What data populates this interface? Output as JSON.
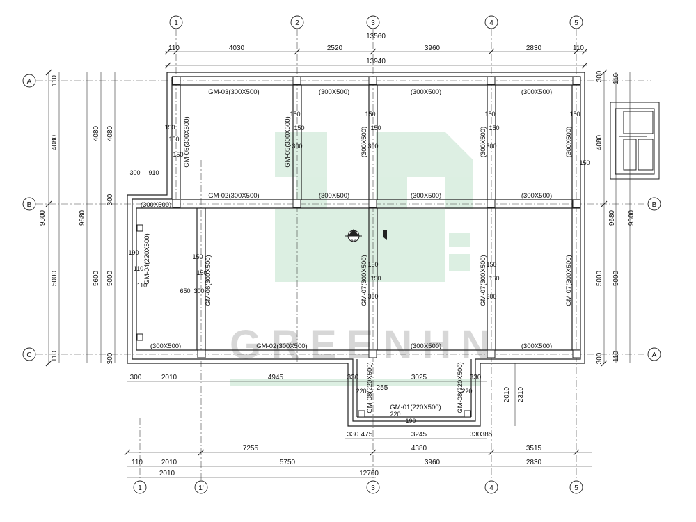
{
  "grid": {
    "top_bubbles": [
      "1",
      "2",
      "3",
      "4",
      "5"
    ],
    "bottom_bubbles": [
      "1",
      "1'",
      "3",
      "4",
      "5"
    ],
    "left_bubbles": [
      "A",
      "B",
      "C"
    ],
    "right_bubbles": [
      "B",
      "A"
    ]
  },
  "dims_top": {
    "total_axis": "13560",
    "total_outer": "13940",
    "edge_left": "110",
    "edge_right": "110",
    "spans": [
      "4030",
      "2520",
      "3960",
      "2830"
    ]
  },
  "dims_bottom": {
    "row1": [
      "300",
      "2010",
      "4945",
      "330",
      "255",
      "3025",
      "330"
    ],
    "row2": [
      "330",
      "475",
      "3245",
      "330",
      "385"
    ],
    "row3": [
      "7255",
      "4380",
      "3515"
    ],
    "row4": [
      "110",
      "2010",
      "5750",
      "3960",
      "2830"
    ],
    "row5": [
      "2010",
      "12760"
    ],
    "side": [
      "2010",
      "2310"
    ]
  },
  "dims_left": {
    "outer_total": "9300",
    "inner_total": "9680",
    "ab": "4080",
    "ab_inner": "4080",
    "ab_short": "4080",
    "bc": "5000",
    "bc_inner": "5600",
    "bc_short": "5000",
    "edge_top": "110",
    "edge_bottom": "110",
    "offset_b": "300",
    "offset_c": "300"
  },
  "dims_right": {
    "outer_total": "9300",
    "inner_total": "9680",
    "ab": "4080",
    "bc": "5000",
    "bc_outer": "5000",
    "edge_top": "110",
    "edge_bottom": "110",
    "offset_top": "300",
    "offset_bottom": "300"
  },
  "beams": {
    "gm03": "GM-03(300X500)",
    "gm02_top": "GM-02(300X500)",
    "gm02_bottom": "GM-02(300X500)",
    "gm05_a": "GM-05(300X500)",
    "gm05_b": "GM-05(300X500)",
    "gm04": "GM-04(220X500)",
    "gm06": "GM-06(300X500)",
    "gm07_a": "GM-07(300X500)",
    "gm07_b": "GM-07(300X500)",
    "gm07_c": "GM-07(300X500)",
    "gm08_a": "GM-08(220X500)",
    "gm08_b": "GM-08(220X500)",
    "gm01": "GM-01(220X500)",
    "size": "(300X500)",
    "size_sm": "(300X500)"
  },
  "small_dims": {
    "v150": "150",
    "v300": "300",
    "v110": "110",
    "v190": "190",
    "v220": "220",
    "v650": "650",
    "v910": "910"
  },
  "section_marker": "A-A",
  "watermark": "GREENHN"
}
